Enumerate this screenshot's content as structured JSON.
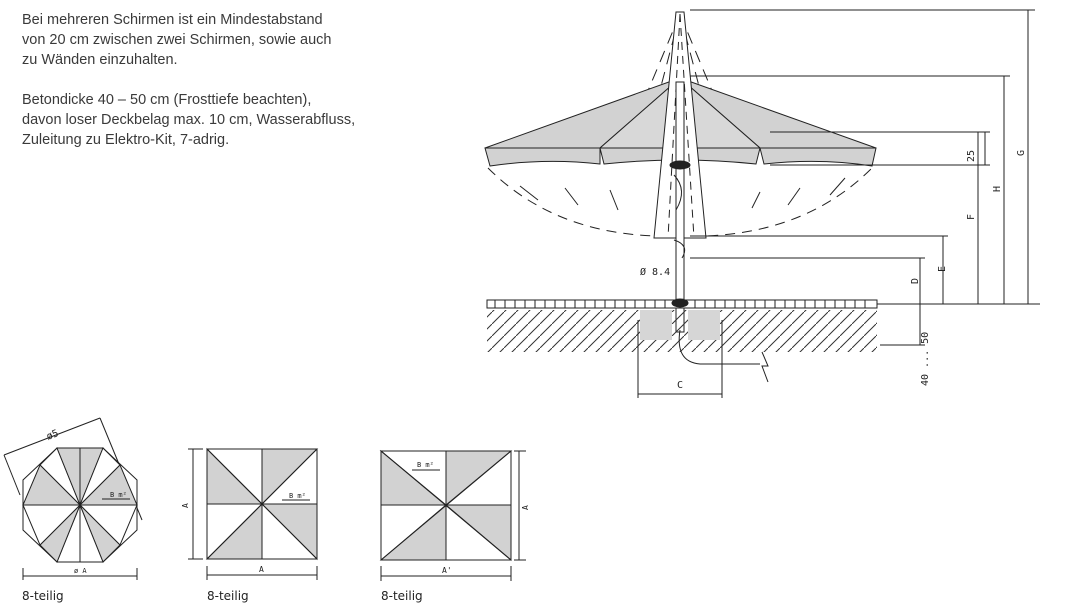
{
  "notes": {
    "spacing": [
      "Bei mehreren Schirmen ist ein Mindestabstand",
      "von 20 cm zwischen zwei Schirmen, sowie auch",
      "zu Wänden einzuhalten."
    ],
    "foundation": [
      "Betondicke 40 – 50 cm (Frosttiefe beachten),",
      "davon loser Deckbelag max. 10 cm, Wasserabfluss,",
      "Zuleitung zu Elektro-Kit, 7-adrig."
    ]
  },
  "side_view": {
    "dim_g": "G",
    "dim_h": "H",
    "dim_f": "F",
    "dim_e": "E",
    "dim_d": "D",
    "dim_25": "25",
    "dim_pole": "Ø 8.4",
    "dim_depth": "40 ... 50",
    "dim_c": "C"
  },
  "plans": [
    {
      "caption": "8-teilig",
      "dim_diag": "ø5",
      "dim_bottom": "ø A",
      "area": "B m²"
    },
    {
      "caption": "8-teilig",
      "dim_left": "A",
      "dim_bottom": "A",
      "area": "B m²"
    },
    {
      "caption": "8-teilig",
      "dim_right": "A",
      "dim_bottom": "A'",
      "area": "B m²"
    }
  ],
  "colors": {
    "canopy": "#d2d2d2",
    "line": "#222222",
    "concrete": "#d6d6d6"
  }
}
